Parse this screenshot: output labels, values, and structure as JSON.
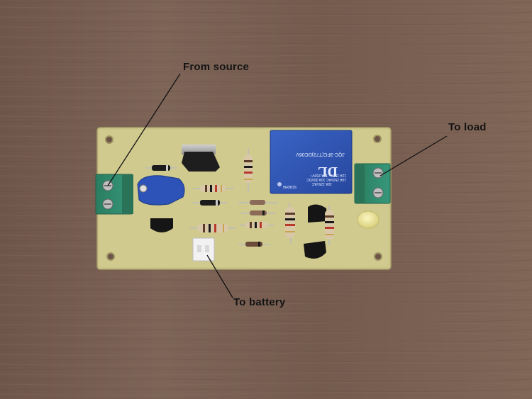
{
  "annotations": {
    "from_source": "From source",
    "to_load": "To load",
    "to_battery": "To battery"
  },
  "relay": {
    "brand": "DL",
    "model": "JQC-3FC(T73)DC06V",
    "rating_1": "10A 250VAC  10A 30VDC",
    "rating_2": "10A 125VAC",
    "rating_3": "12A 125V~  10A 250V~",
    "cert": "SD40H4"
  },
  "colors": {
    "wood_background": "#7a6153",
    "pcb": "#cfc98c",
    "terminal_block": "#2f8a6a",
    "relay_body": "#2f56b8",
    "led": "#e9e29a"
  }
}
